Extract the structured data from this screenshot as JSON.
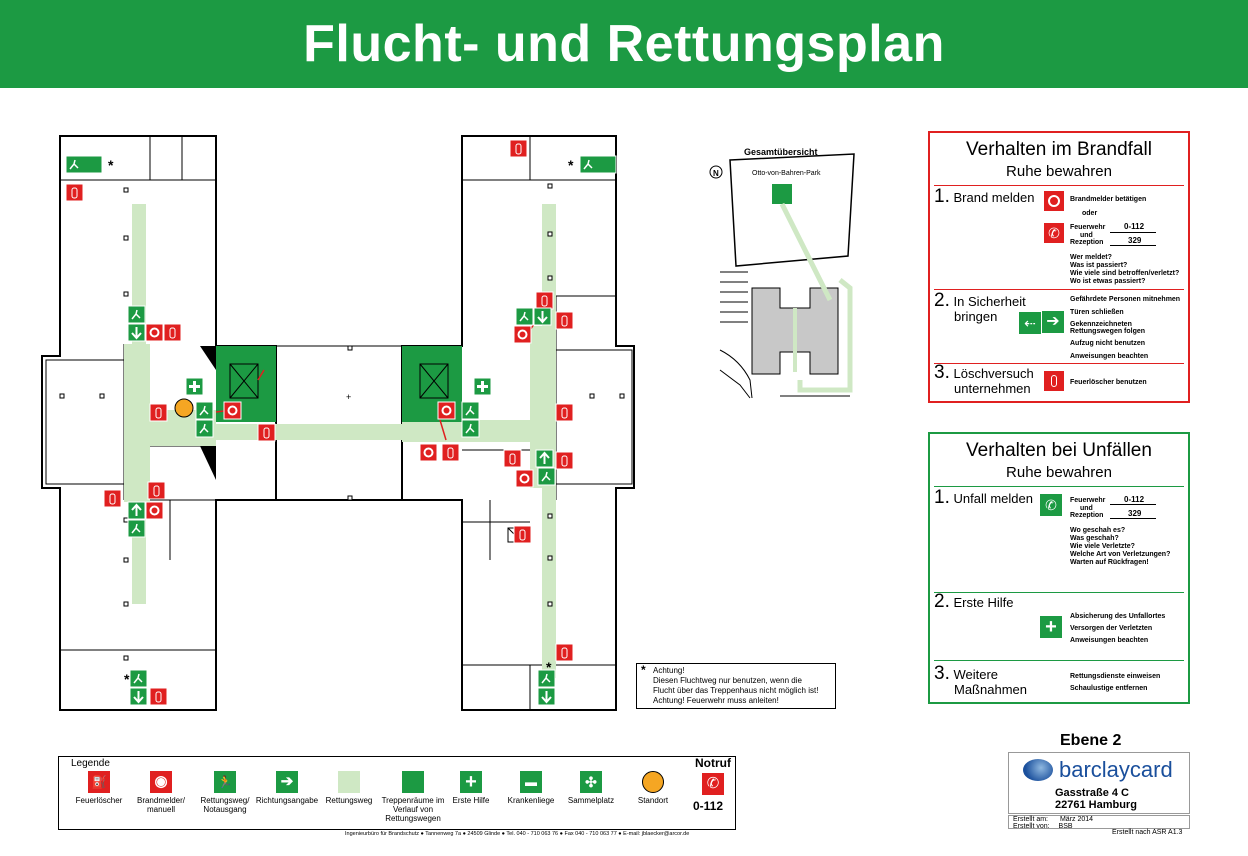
{
  "title": "Flucht- und Rettungsplan",
  "overview": {
    "title": "Gesamtübersicht",
    "park": "Otto-von-Bahren-Park",
    "north": "N"
  },
  "plan_marks": {
    "star": "*",
    "plus": "+"
  },
  "fire_panel": {
    "title": "Verhalten im Brandfall",
    "subtitle": "Ruhe bewahren",
    "color": "#e02020",
    "step1": {
      "num": "1.",
      "label": "Brand melden",
      "detector": "Brandmelder betätigen",
      "oder": "oder",
      "fire_label": "Feuerwehr",
      "und": "und",
      "reception_label": "Rezeption",
      "fire_number": "0-112",
      "reception_number": "329",
      "q1": "Wer meldet?",
      "q2": "Was ist passiert?",
      "q3": "Wie viele sind betroffen/verletzt?",
      "q4": "Wo ist etwas passiert?"
    },
    "step2": {
      "num": "2.",
      "label_line1": "In Sicherheit",
      "label_line2": "bringen",
      "t1": "Gefährdete Personen mitnehmen",
      "t2": "Türen schließen",
      "t3": "Gekennzeichneten",
      "t4": "Rettungswegen folgen",
      "t5": "Aufzug nicht benutzen",
      "t6": "Anweisungen beachten"
    },
    "step3": {
      "num": "3.",
      "label_line1": "Löschversuch",
      "label_line2": "unternehmen",
      "t1": "Feuerlöscher benutzen"
    }
  },
  "accident_panel": {
    "title": "Verhalten bei Unfällen",
    "subtitle": "Ruhe bewahren",
    "color": "#1c9a43",
    "step1": {
      "num": "1.",
      "label": "Unfall melden",
      "fire_label": "Feuerwehr",
      "und": "und",
      "reception_label": "Rezeption",
      "fire_number": "0-112",
      "reception_number": "329",
      "q1": "Wo geschah es?",
      "q2": "Was geschah?",
      "q3": "Wie viele Verletzte?",
      "q4": "Welche Art von Verletzungen?",
      "q5": "Warten auf Rückfragen!"
    },
    "step2": {
      "num": "2.",
      "label": "Erste Hilfe",
      "t1": "Absicherung des Unfallortes",
      "t2": "Versorgen der Verletzten",
      "t3": "Anweisungen beachten"
    },
    "step3": {
      "num": "3.",
      "label_line1": "Weitere",
      "label_line2": "Maßnahmen",
      "t1": "Rettungsdienste einweisen",
      "t2": "Schaulustige entfernen"
    }
  },
  "note": {
    "star": "*",
    "line1": "Achtung!",
    "line2": "Diesen Fluchtweg nur benutzen, wenn die",
    "line3": "Flucht über das Treppenhaus nicht möglich ist!",
    "line4": "Achtung! Feuerwehr muss anleiten!"
  },
  "legend": {
    "title": "Legende",
    "notruf_title": "Notruf",
    "items": [
      {
        "label": "Feuerlöscher"
      },
      {
        "label": "Brandmelder/ manuell"
      },
      {
        "label": "Rettungsweg/ Notausgang"
      },
      {
        "label": "Richtungsangabe"
      },
      {
        "label": "Rettungsweg"
      },
      {
        "label": "Treppenräume im Verlauf von Rettungswegen"
      },
      {
        "label": "Erste Hilfe"
      },
      {
        "label": "Krankenliege"
      },
      {
        "label": "Sammelplatz"
      },
      {
        "label": "Standort"
      }
    ],
    "notruf_number": "0-112"
  },
  "footer_address": "Ingenieurbüro für Brandschutz ● Tannenweg 7a ● 24509 Glinde ● Tel. 040 - 710 063 76 ● Fax 040 - 710 063 77 ● E-mail: jblaecker@arcor.de",
  "level": "Ebene 2",
  "brand": "barclaycard",
  "address_line1": "Gasstraße 4 C",
  "address_line2": "22761 Hamburg",
  "meta": {
    "created_on_label": "Erstellt am:",
    "created_on": "März 2014",
    "created_by_label": "Erstellt von:",
    "created_by": "BSB",
    "standard": "Erstellt nach ASR A1.3"
  },
  "colors": {
    "green": "#1c9a43",
    "light_green": "#cfe8c4",
    "red": "#e02020",
    "standort": "#f5a623"
  }
}
